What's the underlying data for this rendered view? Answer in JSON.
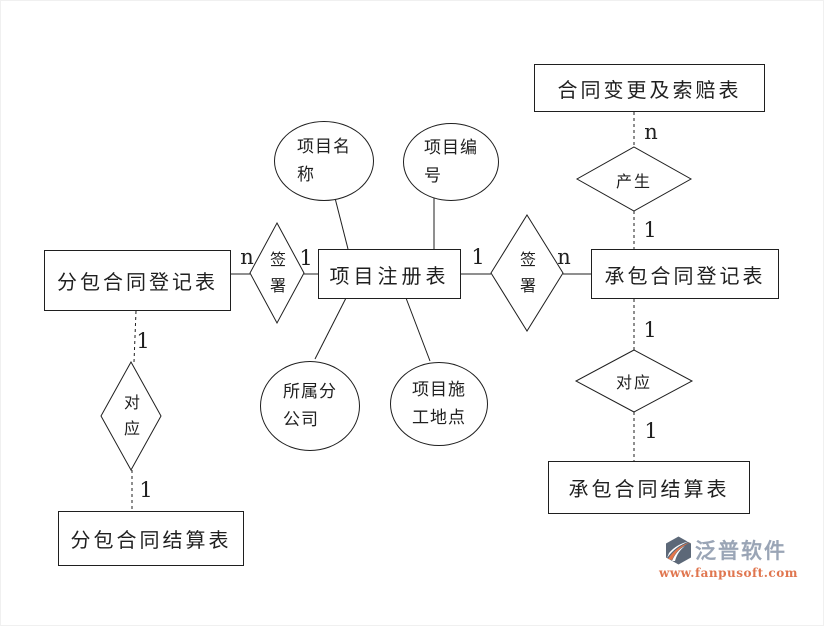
{
  "diagram": {
    "entities": {
      "change_claim": "合同变更及索赔表",
      "subcontract_register": "分包合同登记表",
      "project_register": "项目注册表",
      "contract_register": "承包合同登记表",
      "subcontract_settlement": "分包合同结算表",
      "contract_settlement": "承包合同结算表"
    },
    "attributes": {
      "project_name": "项目名称",
      "project_code": "项目编号",
      "branch_company": "所属分公司",
      "construction_site": "项目施工地点"
    },
    "relationships": {
      "sign_left": "签署",
      "sign_right": "签署",
      "produce": "产生",
      "correspond_left": "对应",
      "correspond_right": "对应"
    },
    "cardinalities": [
      "n",
      "1",
      "1",
      "n",
      "n",
      "1",
      "1",
      "1",
      "1",
      "1"
    ]
  },
  "watermark": {
    "brand": "泛普软件",
    "url": "www.fanpusoft.com"
  },
  "colors": {
    "line": "#1f1f1f",
    "logo_text": "#9aa5b6",
    "logo_url": "#e0764f",
    "logo_icon_dark": "#5c6878",
    "logo_icon_orange": "#e4764a"
  }
}
